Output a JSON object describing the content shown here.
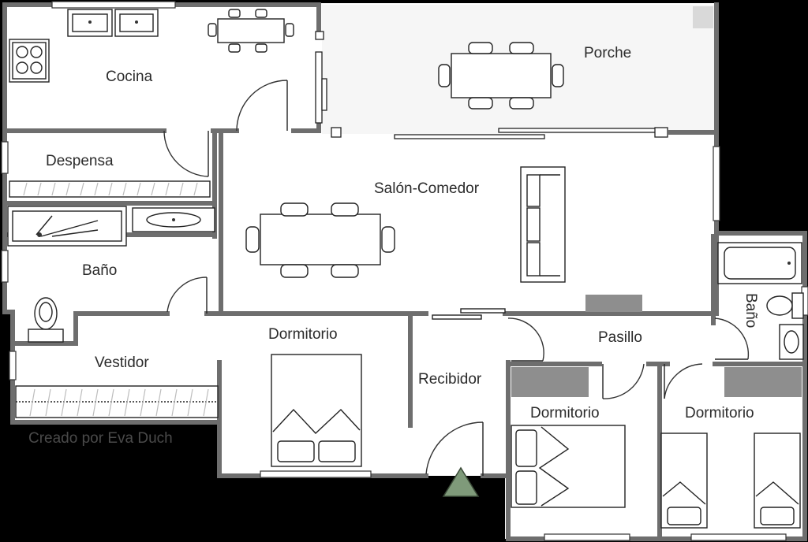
{
  "rooms": {
    "cocina": "Cocina",
    "porche": "Porche",
    "despensa": "Despensa",
    "salon": "Salón-Comedor",
    "bano_1": "Baño",
    "bano_2": "Baño",
    "vestidor": "Vestidor",
    "dormitorio_1": "Dormitorio",
    "dormitorio_2": "Dormitorio",
    "dormitorio_3": "Dormitorio",
    "recibidor": "Recibidor",
    "pasillo": "Pasillo"
  },
  "credit": "Creado por Eva Duch",
  "colors": {
    "background": "#000000",
    "floor": "#ffffff",
    "wall": "#6e6e6e",
    "entrance_marker": "#7f9a7a"
  }
}
